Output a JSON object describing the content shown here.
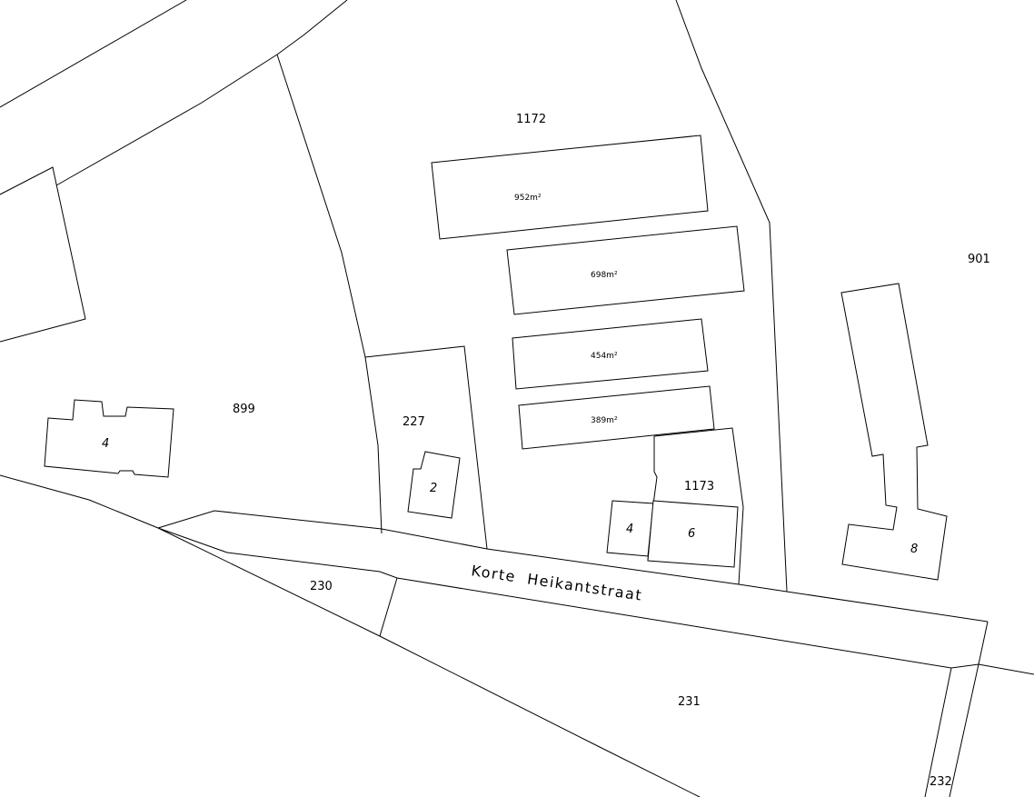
{
  "map": {
    "line_color": "#000000",
    "background_color": "#ffffff",
    "street": {
      "name": "Korte Heikantstraat"
    },
    "parcels": [
      {
        "id": "1172"
      },
      {
        "id": "901"
      },
      {
        "id": "899"
      },
      {
        "id": "227"
      },
      {
        "id": "1173"
      },
      {
        "id": "230"
      },
      {
        "id": "231"
      },
      {
        "id": "232"
      }
    ],
    "buildings": [
      {
        "area": "952m²"
      },
      {
        "area": "698m²"
      },
      {
        "area": "454m²"
      },
      {
        "area": "389m²"
      }
    ],
    "house_numbers": [
      {
        "number": "4"
      },
      {
        "number": "2"
      },
      {
        "number": "4"
      },
      {
        "number": "6"
      },
      {
        "number": "8"
      }
    ]
  }
}
